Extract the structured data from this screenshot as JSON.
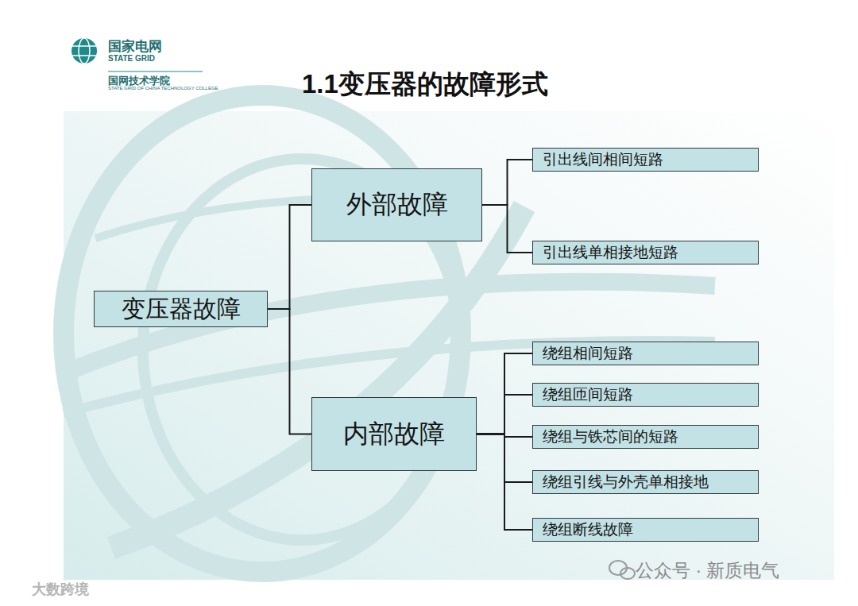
{
  "diagram": {
    "title": "1.1变压器的故障形式",
    "nodes": [
      {
        "text": [
          "变压器故障"
        ]
      },
      {
        "text": [
          "外部故障"
        ]
      },
      {
        "text": [
          "引出线间相间短路"
        ]
      },
      {
        "text": [
          "引出线单相接地短路"
        ]
      },
      {
        "text": [
          "内部故障"
        ]
      },
      {
        "text": [
          "绕组相间短路"
        ]
      },
      {
        "text": [
          "绕组匝间短路"
        ]
      },
      {
        "text": [
          "绕组与铁芯间的短路"
        ]
      },
      {
        "text": [
          "绕组引线与外壳单相接地"
        ]
      },
      {
        "text": [
          "绕组断线故障"
        ]
      }
    ],
    "edges": [
      {
        "from": 0,
        "to": 1,
        "arrow": "none"
      },
      {
        "from": 0,
        "to": 4,
        "arrow": "none"
      },
      {
        "from": 1,
        "to": 2,
        "arrow": "none"
      },
      {
        "from": 1,
        "to": 3,
        "arrow": "none"
      },
      {
        "from": 4,
        "to": 5,
        "arrow": "none"
      },
      {
        "from": 4,
        "to": 6,
        "arrow": "none"
      },
      {
        "from": 4,
        "to": 7,
        "arrow": "none"
      },
      {
        "from": 4,
        "to": 8,
        "arrow": "none"
      },
      {
        "from": 4,
        "to": 9,
        "arrow": "none"
      }
    ],
    "labels": [
      "国家电网",
      "STATE GRID",
      "国网技术学院",
      "STATE GRID OF CHINA TECHNOLOGY COLLEGE",
      "公众号 · 新质电气",
      "大数跨境"
    ]
  }
}
